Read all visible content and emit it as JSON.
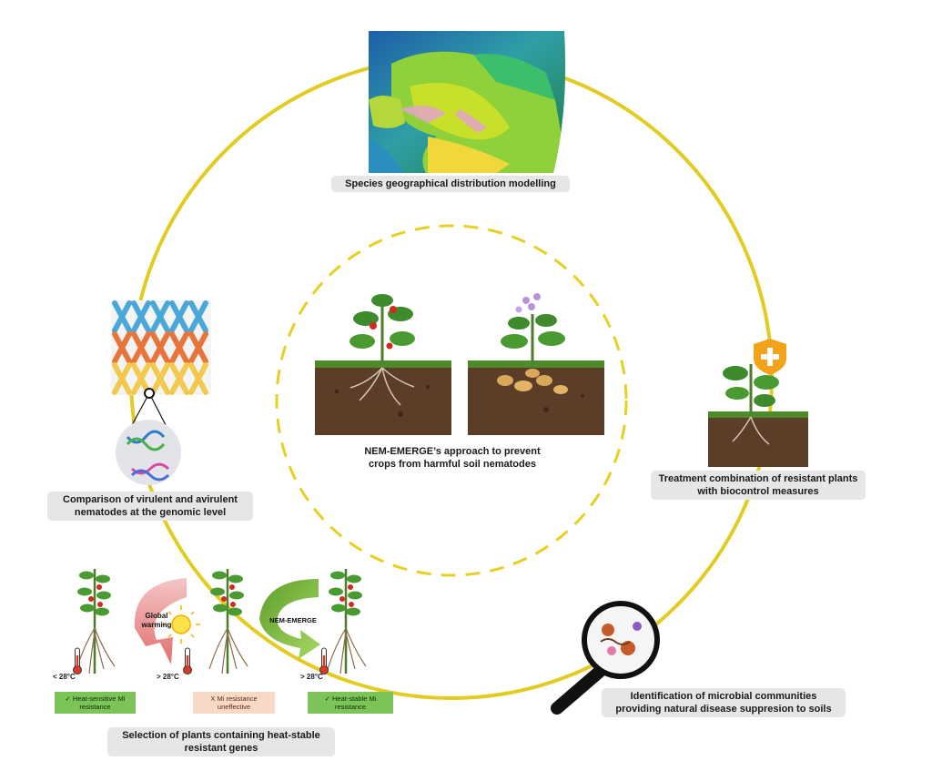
{
  "center": {
    "line1": "NEM-EMERGE’s approach to prevent",
    "line2": "crops from harmful soil nematodes"
  },
  "steps": {
    "distribution": "Species geographical distribution modelling",
    "treatment_line1": "Treatment combination of resistant plants",
    "treatment_line2": "with biocontrol measures",
    "microbial_line1": "Identification of microbial communities",
    "microbial_line2": "providing natural disease suppresion to soils",
    "selection_line1": "Selection of plants containing heat-stable",
    "selection_line2": "resistant genes",
    "genomic_line1": "Comparison of virulent and avirulent",
    "genomic_line2": "nematodes at the genomic level"
  },
  "selection_panel": {
    "temp_low": "< 28°C",
    "temp_high_1": "> 28°C",
    "temp_high_2": "> 28°C",
    "arrow1_line1": "Global",
    "arrow1_line2": "warming",
    "arrow2": "NEM-EMERGE",
    "box1_line1": "✓ Heat-sensitive Mi",
    "box1_line2": "resistance",
    "box2_line1": "X Mi resistance",
    "box2_line2": "uneffective",
    "box3_line1": "✓ Heat-stable Mi",
    "box3_line2": "resistance"
  },
  "colors": {
    "ring": "#e2cc22",
    "label_bg": "#e6e6e6",
    "soil": "#5b3d28",
    "grass": "#4f8a2a",
    "ok_box": "#7cc457",
    "fail_box": "#f8d9c8",
    "map_sea": "#1c5fa8",
    "map_land": "#9acd32"
  },
  "icons": [
    "europe-map",
    "tomato-plant",
    "potato-plant",
    "shielded-plant",
    "magnifier-icon",
    "chromosome-icon",
    "dna-icon",
    "thermometer-icon",
    "sun-icon"
  ]
}
